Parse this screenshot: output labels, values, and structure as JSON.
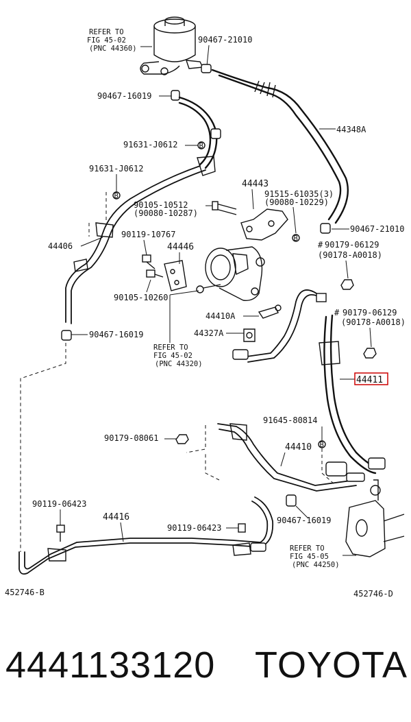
{
  "labels": {
    "refer_4502_top": [
      "REFER TO",
      "FIG 45-02",
      "(PNC 44360)"
    ],
    "p90467_21010_top": "90467-21010",
    "p90467_16019_top": "90467-16019",
    "p44348A": "44348A",
    "p91631_J0612_a": "91631-J0612",
    "p91631_J0612_b": "91631-J0612",
    "p44443": "44443",
    "p91515_61035": [
      "91515-61035(3)",
      "(90080-10229)"
    ],
    "p90105_10512": [
      "90105-10512",
      "(90080-10287)"
    ],
    "p90467_21010_right": "90467-21010",
    "p44406": "44406",
    "p90119_10767": "90119-10767",
    "p44446": "44446",
    "p90179_06129_a": [
      "90179-06129",
      "(90178-A0018)"
    ],
    "p90105_10260": "90105-10260",
    "p44410A": "44410A",
    "p90179_06129_b": [
      "90179-06129",
      "(90178-A0018)"
    ],
    "p44327A": "44327A",
    "p90467_16019_left": "90467-16019",
    "refer_4502_mid": [
      "REFER TO",
      "FIG 45-02",
      "(PNC 44320)"
    ],
    "p44411": "44411",
    "p91645_80814": "91645-80814",
    "p90179_08061": "90179-08061",
    "p44410": "44410",
    "p90119_06423_a": "90119-06423",
    "p44416": "44416",
    "p90119_06423_b": "90119-06423",
    "p90467_16019_bottom": "90467-16019",
    "refer_4505": [
      "REFER TO",
      "FIG 45-05",
      "(PNC 44250)"
    ],
    "code_left": "452746-B",
    "code_right": "452746-D"
  },
  "footer": {
    "part_number": "4441133120",
    "brand": "TOYOTA"
  },
  "colors": {
    "highlight": "#cc0000",
    "line": "#111111"
  }
}
